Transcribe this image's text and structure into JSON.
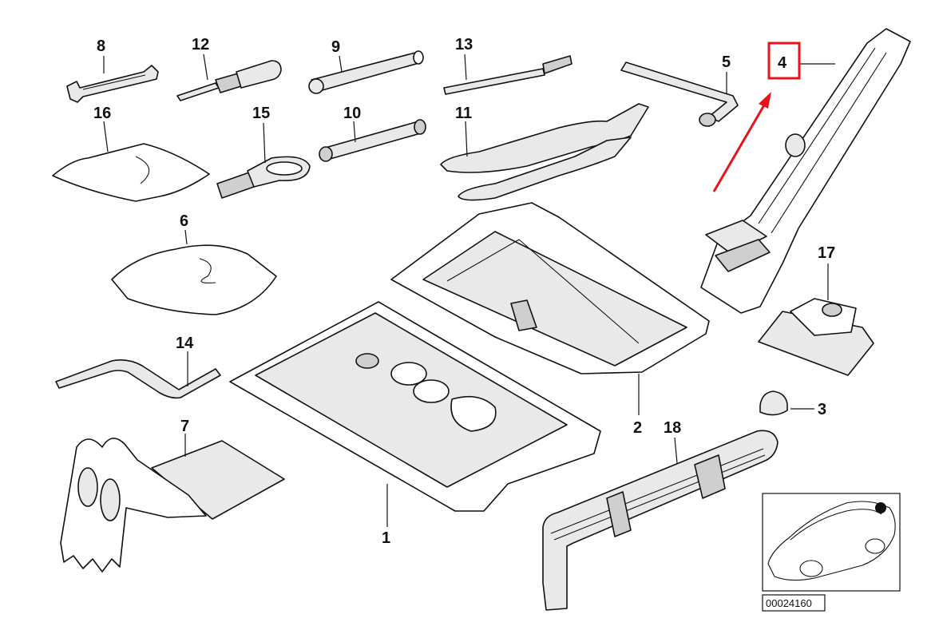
{
  "callouts": {
    "c1": "1",
    "c2": "2",
    "c3": "3",
    "c4": "4",
    "c5": "5",
    "c6": "6",
    "c7": "7",
    "c8": "8",
    "c9": "9",
    "c10": "10",
    "c11": "11",
    "c12": "12",
    "c13": "13",
    "c14": "14",
    "c15": "15",
    "c16": "16",
    "c17": "17",
    "c18": "18"
  },
  "highlight": {
    "target": "4",
    "box_color": "#e8141b",
    "arrow_color": "#e8141b"
  },
  "reference_number": "00024160"
}
